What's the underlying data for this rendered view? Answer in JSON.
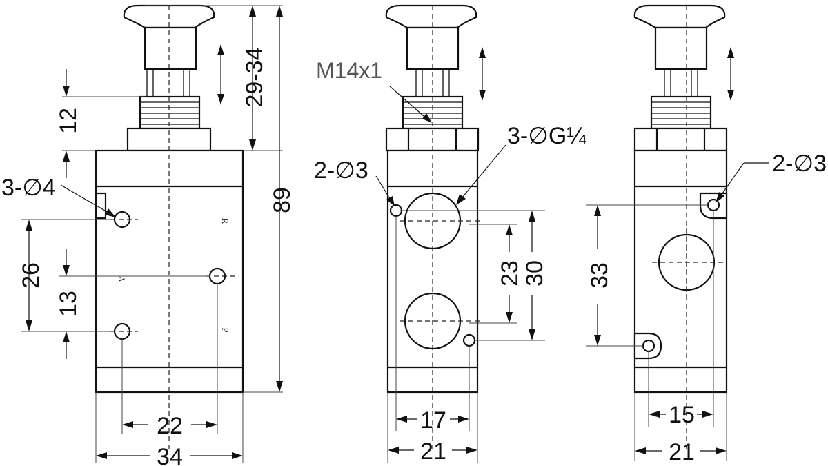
{
  "dimensions": {
    "stroke_29_34": "29-34",
    "overall_height_89": "89",
    "thread_height_12": "12",
    "hole_3x4": "3-∅4",
    "pitch_26": "26",
    "pitch_13": "13",
    "hole_pitch_22": "22",
    "body_width_34": "34",
    "thread_m14": "M14x1",
    "ports_3xg14": "3-∅G¼",
    "hole_2x3_mid": "2-∅3",
    "port_pitch_23": "23",
    "hole_pitch_30": "30",
    "hole_pitch_17": "17",
    "width_21_mid": "21",
    "hole_2x3_right": "2-∅3",
    "hole_pitch_33": "33",
    "hole_pitch_15": "15",
    "width_21_right": "21"
  },
  "port_labels": {
    "r": "R",
    "a": "A",
    "p": "P"
  },
  "colors": {
    "line": "#111111",
    "dimension_text": "#111111",
    "thread_label": "#555555",
    "background": "#ffffff"
  }
}
